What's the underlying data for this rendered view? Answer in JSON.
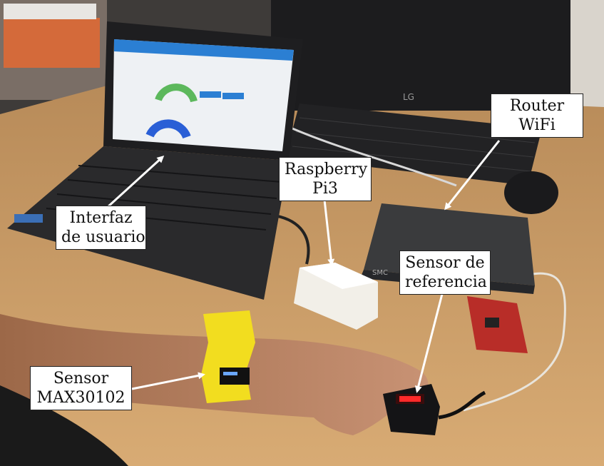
{
  "labels": {
    "router": [
      "Router",
      "WiFi"
    ],
    "raspberry": [
      "Raspberry",
      "Pi3"
    ],
    "interface": [
      "Interfaz",
      "de usuario"
    ],
    "reference_sensor": [
      "Sensor de",
      "referencia"
    ],
    "sensor_max": [
      "Sensor",
      "MAX30102"
    ]
  },
  "monitor_brand": "LG",
  "router_brand": "SMC",
  "colors": {
    "desk": "#c99a63",
    "wall": "#4a4745",
    "laptop": "#2a2a2c",
    "wristband": "#f2dd1f",
    "arrow": "#ffffff",
    "gauge_green": "#5cb85c",
    "gauge_blue": "#2a5fd6",
    "screen_blue": "#2b7fd3",
    "oximeter_red": "#ff2a2a"
  }
}
